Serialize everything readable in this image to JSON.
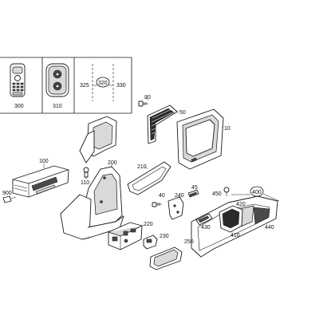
{
  "callouts": {
    "p300": "300",
    "p310": "310",
    "p325": "325",
    "p320": "320",
    "p330": "330",
    "p30": "30",
    "p50": "50",
    "p10": "10",
    "p100": "100",
    "p900": "900",
    "p110": "110",
    "p200": "200",
    "p210": "210",
    "p40": "40",
    "p240": "240",
    "p45": "45",
    "p450": "450",
    "p400": "400",
    "p420": "420",
    "p440": "440",
    "p430": "430",
    "p410": "410",
    "p220": "220",
    "p230": "230",
    "p250": "250"
  },
  "colors": {
    "line": "#1a1a1a",
    "background": "#ffffff",
    "dark_fill": "#4a4a4a",
    "light_fill": "#d9d9d9"
  }
}
